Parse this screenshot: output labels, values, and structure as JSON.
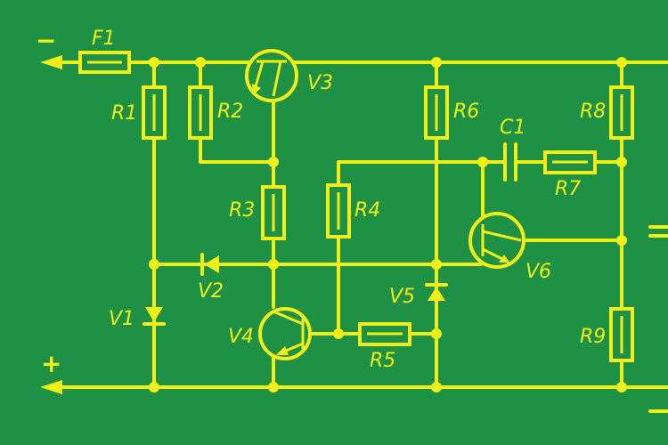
{
  "colors": {
    "background": "#1f9144",
    "trace": "#f0f018"
  },
  "terminals": {
    "negative": "−",
    "positive": "+"
  },
  "labels": {
    "F1": "F1",
    "R1": "R1",
    "R2": "R2",
    "R3": "R3",
    "R4": "R4",
    "R5": "R5",
    "R6": "R6",
    "R7": "R7",
    "R8": "R8",
    "R9": "R9",
    "C1": "C1",
    "V1": "V1",
    "V2": "V2",
    "V3": "V3",
    "V4": "V4",
    "V5": "V5",
    "V6": "V6"
  }
}
